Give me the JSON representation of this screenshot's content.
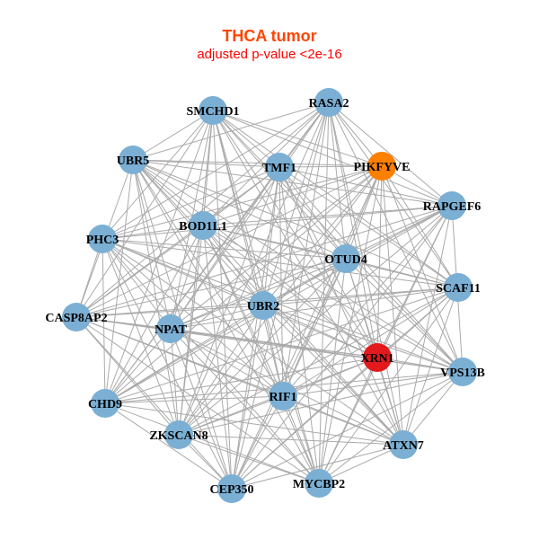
{
  "title": "THCA tumor",
  "subtitle": "adjusted p-value <2e-16",
  "colors": {
    "default_node": "#7bafd4",
    "highlight_node": "#e31a1c",
    "secondary_node": "#ff7f00",
    "edge": "#aaaaaa"
  },
  "nodes": [
    {
      "label": "SMCHD1",
      "color": "default"
    },
    {
      "label": "RASA2",
      "color": "default"
    },
    {
      "label": "UBR5",
      "color": "default"
    },
    {
      "label": "TMF1",
      "color": "default"
    },
    {
      "label": "PIKFYVE",
      "color": "secondary"
    },
    {
      "label": "RAPGEF6",
      "color": "default"
    },
    {
      "label": "BOD1L1",
      "color": "default"
    },
    {
      "label": "PHC3",
      "color": "default"
    },
    {
      "label": "OTUD4",
      "color": "default"
    },
    {
      "label": "SCAF11",
      "color": "default"
    },
    {
      "label": "UBR2",
      "color": "default"
    },
    {
      "label": "CASP8AP2",
      "color": "default"
    },
    {
      "label": "NPAT",
      "color": "default"
    },
    {
      "label": "XRN1",
      "color": "highlight"
    },
    {
      "label": "VPS13B",
      "color": "default"
    },
    {
      "label": "RIF1",
      "color": "default"
    },
    {
      "label": "CHD9",
      "color": "default"
    },
    {
      "label": "ZKSCAN8",
      "color": "default"
    },
    {
      "label": "ATXN7",
      "color": "default"
    },
    {
      "label": "CEP350",
      "color": "default"
    },
    {
      "label": "MYCBP2",
      "color": "default"
    }
  ],
  "missing_edges": [
    [
      0,
      1
    ],
    [
      2,
      7
    ],
    [
      11,
      16
    ],
    [
      19,
      20
    ],
    [
      9,
      14
    ],
    [
      5,
      9
    ],
    [
      16,
      17
    ]
  ]
}
